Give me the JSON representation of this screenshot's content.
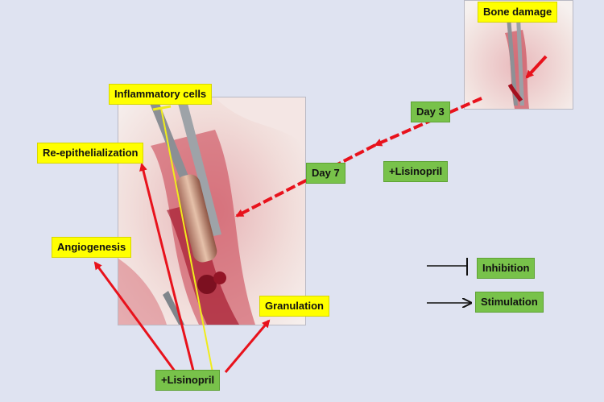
{
  "labels": {
    "bone_damage": "Bone damage",
    "inflammatory_cells": "Inflammatory cells",
    "re_epithelialization": "Re-epithelialization",
    "angiogenesis": "Angiogenesis",
    "granulation": "Granulation",
    "day3": "Day 3",
    "day7": "Day 7",
    "lisinopril_right": "+Lisinopril",
    "lisinopril_bottom": "+Lisinopril"
  },
  "legend": {
    "inhibition": "Inhibition",
    "stimulation": "Stimulation"
  },
  "colors": {
    "background": "#dfe3f1",
    "label_yellow": "#ffff00",
    "label_green": "#78c24a",
    "arrow_red": "#e8121c",
    "inhibition_line": "#f0ec1c",
    "legend_line": "#111111"
  }
}
